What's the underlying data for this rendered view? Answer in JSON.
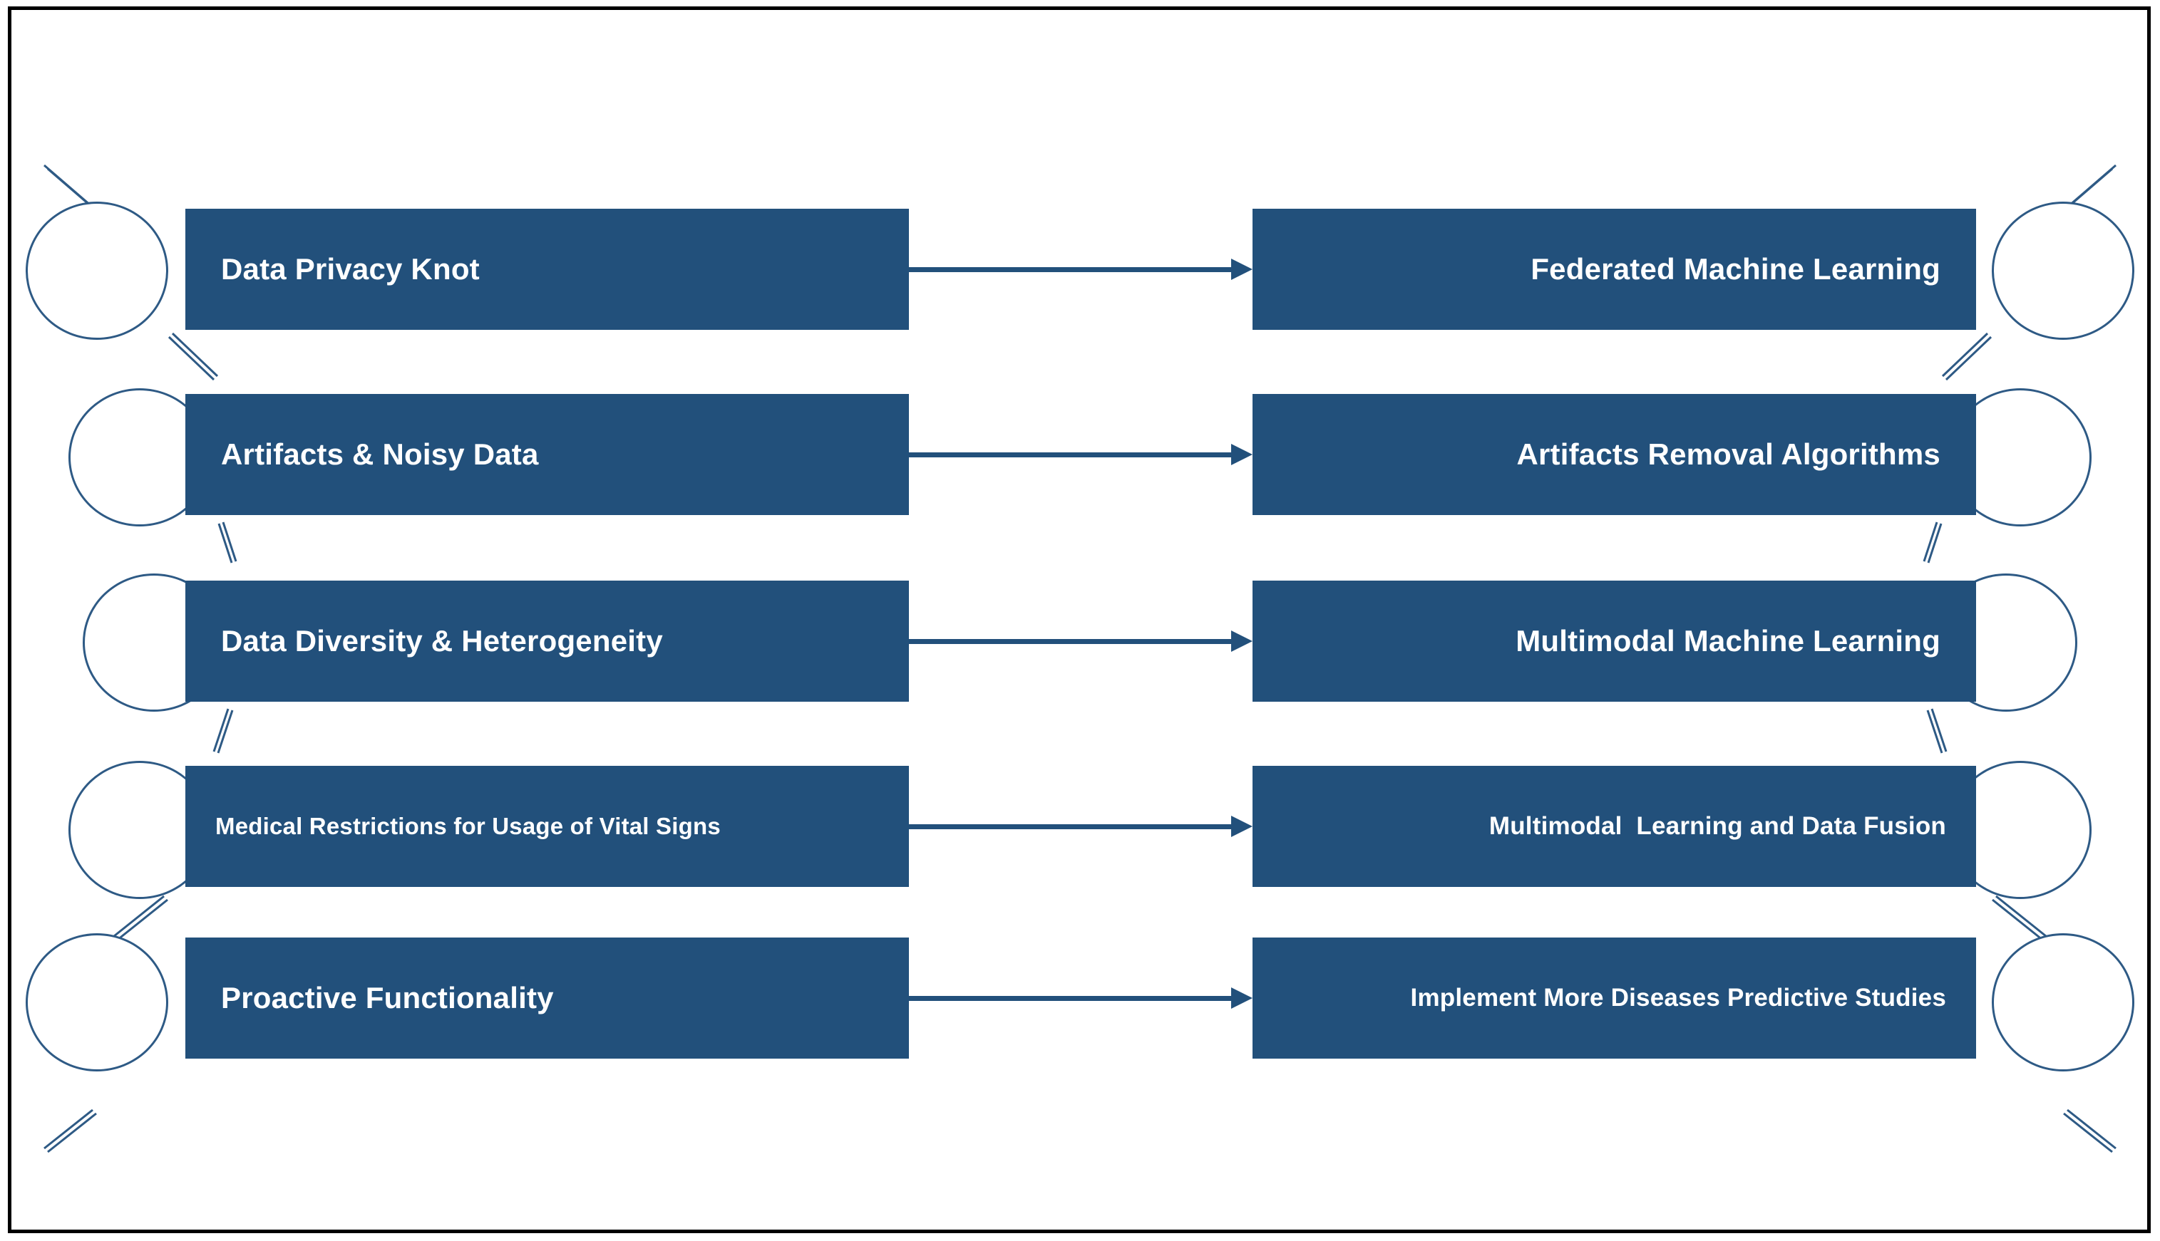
{
  "diagram": {
    "title": "Challenges and Proposed Solutions Mapping",
    "type": "two-column-mapping",
    "colors": {
      "bar_fill": "#22507B",
      "bar_text": "#FFFFFF",
      "circle_stroke": "#2E5A85",
      "circle_fill": "#FFFFFF",
      "arrow": "#22507B",
      "frame_border": "#000000",
      "background": "#FFFFFF"
    },
    "columns": {
      "left_heading": "",
      "right_heading": ""
    },
    "rows": [
      {
        "challenge": "Data Privacy Knot",
        "solution": "Federated Machine Learning",
        "arrow": "right-arrow"
      },
      {
        "challenge": "Artifacts & Noisy Data",
        "solution": "Artifacts Removal Algorithms",
        "arrow": "right-arrow"
      },
      {
        "challenge": "Data Diversity & Heterogeneity",
        "solution": "Multimodal Machine Learning",
        "arrow": "right-arrow"
      },
      {
        "challenge": "Medical Restrictions for Usage of Vital Signs",
        "solution": "Multimodal  Learning and Data Fusion",
        "arrow": "right-arrow"
      },
      {
        "challenge": "Proactive Functionality",
        "solution": "Implement More Diseases Predictive Studies",
        "arrow": "right-arrow"
      }
    ]
  }
}
